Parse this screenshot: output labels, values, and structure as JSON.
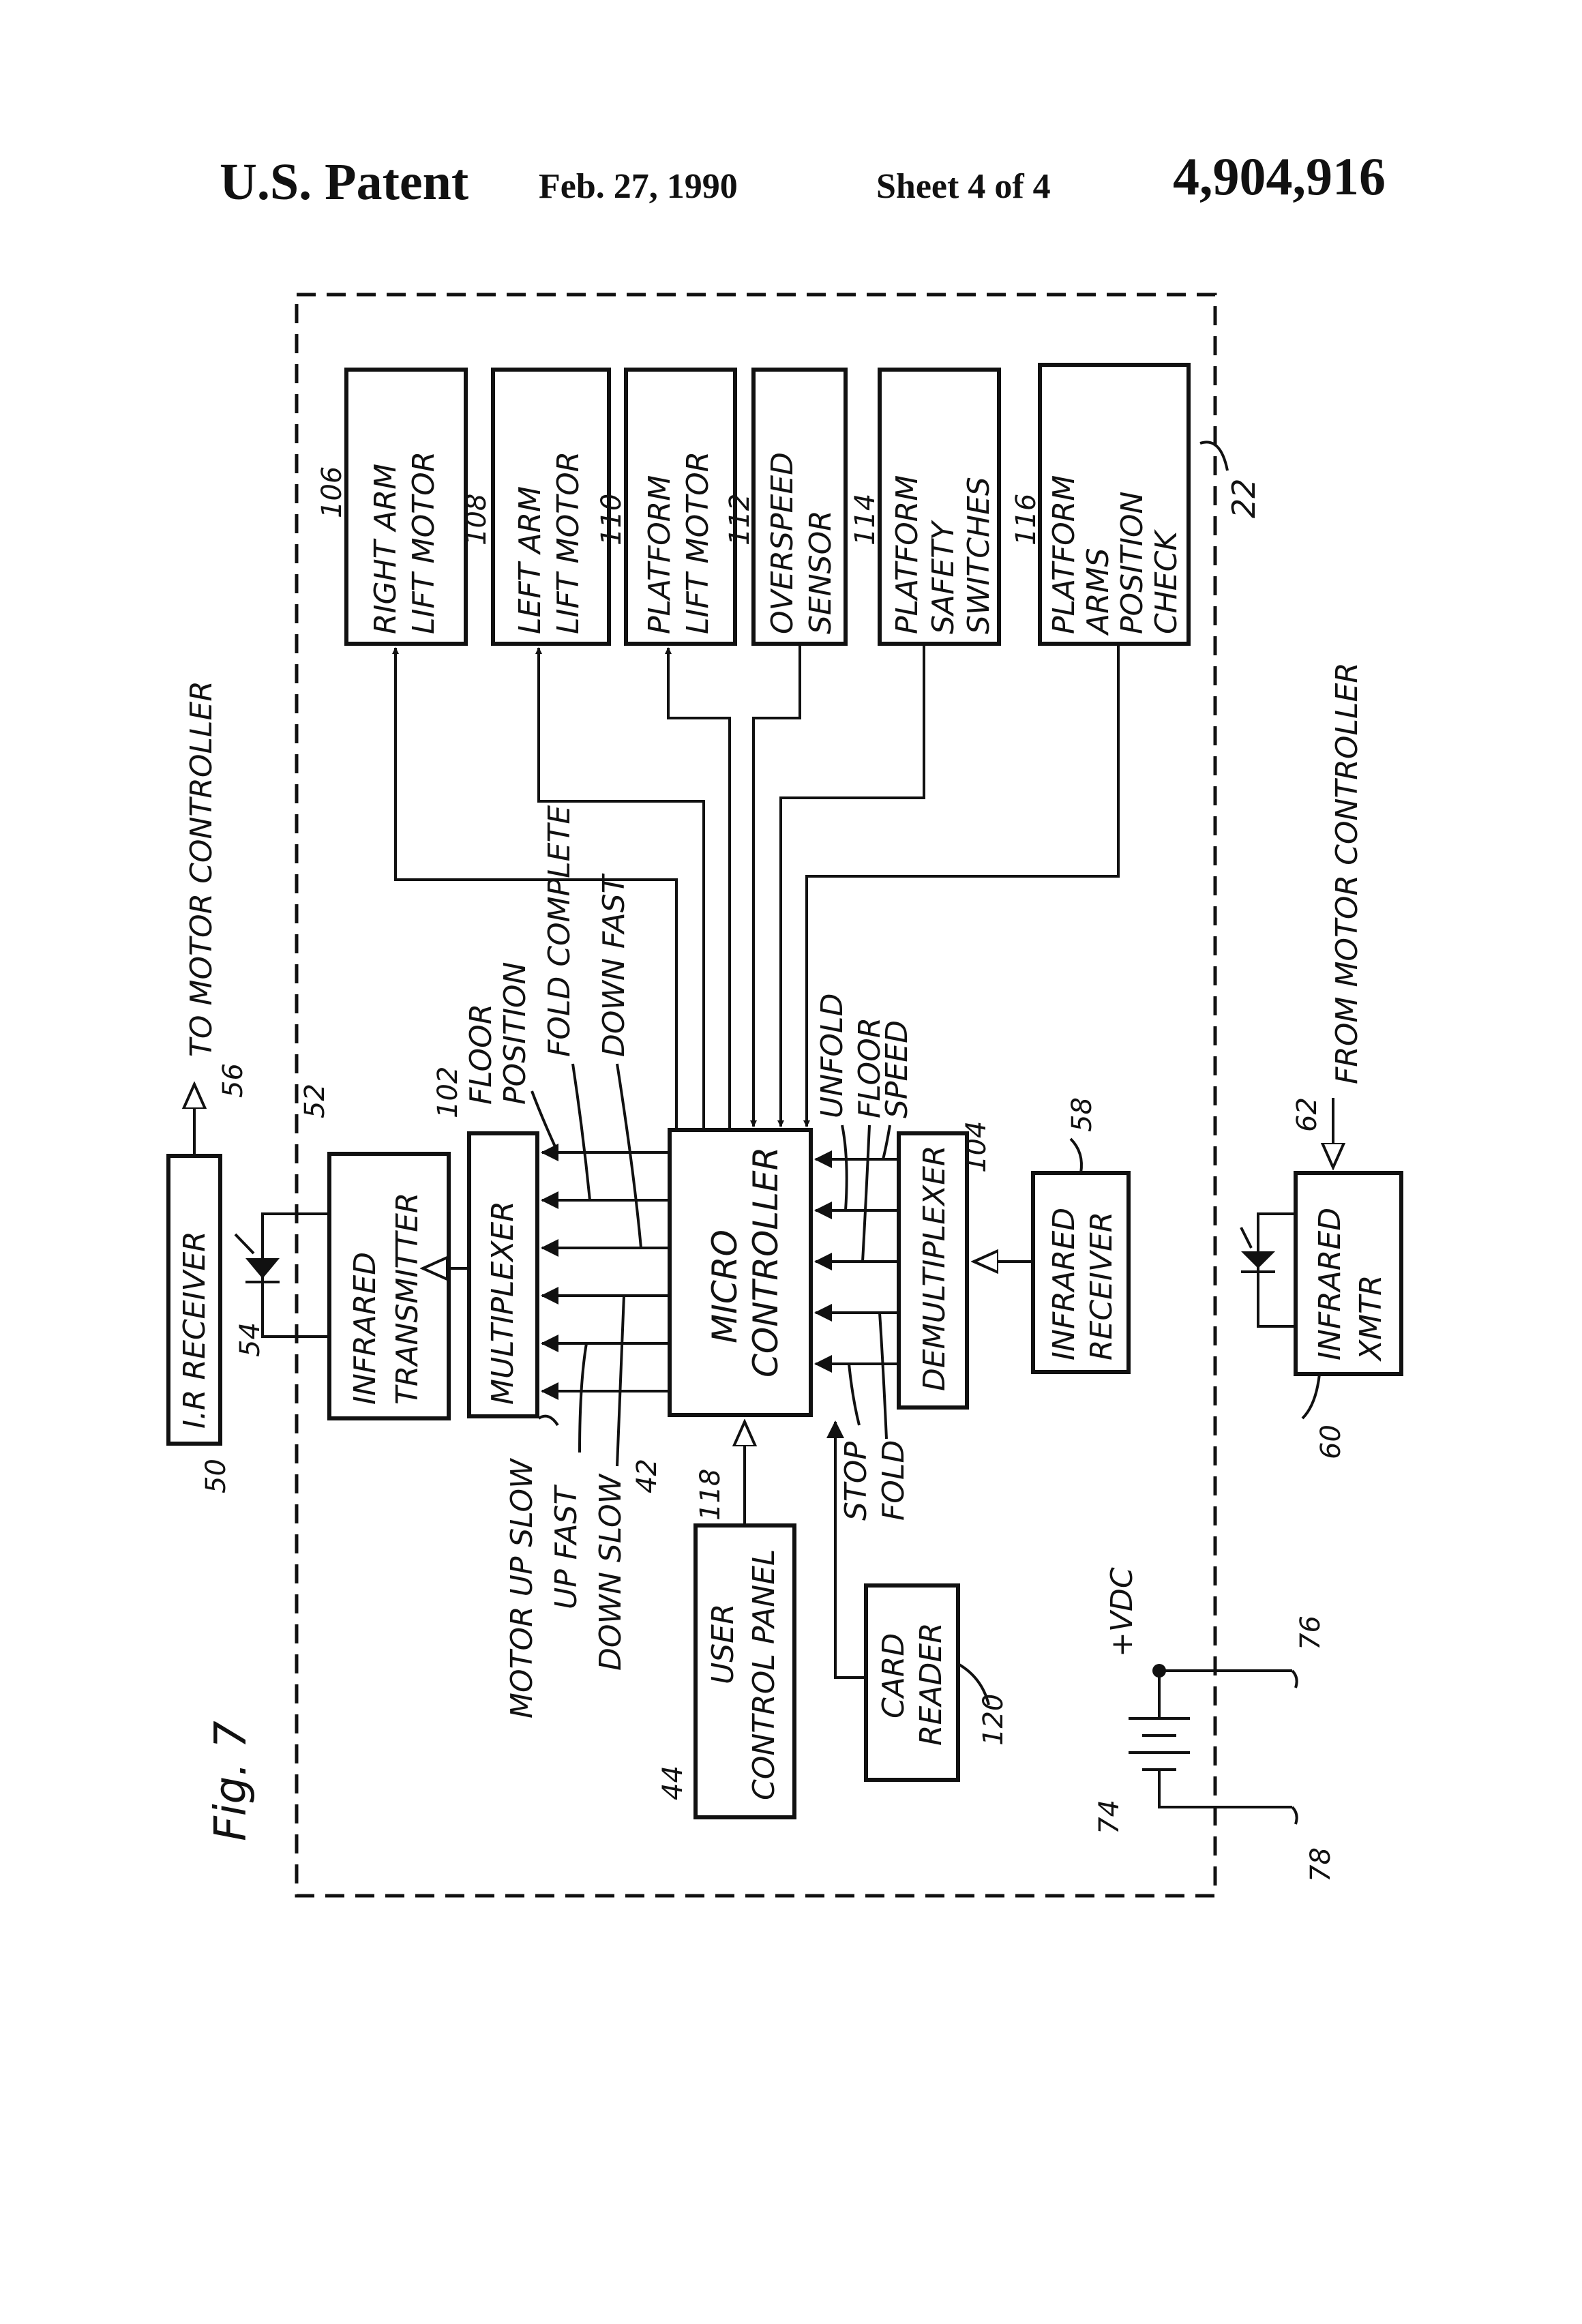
{
  "header": {
    "title": "U.S. Patent",
    "date": "Feb. 27, 1990",
    "sheet": "Sheet 4 of 4",
    "patent_number": "4,904,916"
  },
  "figure_label": "Fig. 7",
  "blocks": {
    "right_arm": {
      "ref": "106",
      "l1": "RIGHT ARM",
      "l2": "LIFT MOTOR"
    },
    "left_arm": {
      "ref": "108",
      "l1": "LEFT ARM",
      "l2": "LIFT MOTOR"
    },
    "platform_motor": {
      "ref": "110",
      "l1": "PLATFORM",
      "l2": "LIFT MOTOR"
    },
    "overspeed": {
      "ref": "112",
      "l1": "OVERSPEED",
      "l2": "SENSOR"
    },
    "safety": {
      "ref": "114",
      "l1": "PLATFORM",
      "l2": "SAFETY",
      "l3": "SWITCHES"
    },
    "arms_check": {
      "ref": "116",
      "l1": "PLATFORM",
      "l2": "ARMS",
      "l3": "POSITION",
      "l4": "CHECK"
    },
    "ir_receiver": {
      "ref": "50",
      "l1": "I.R RECEIVER"
    },
    "infrared_tx": {
      "ref": "52",
      "l1": "INFRARED",
      "l2": "TRANSMITTER"
    },
    "multiplexer": {
      "ref": "102",
      "l1": "MULTIPLEXER"
    },
    "micro": {
      "ref": "42",
      "l1": "MICRO",
      "l2": "CONTROLLER"
    },
    "demultiplexer": {
      "ref": "104",
      "l1": "DEMULTIPLEXER"
    },
    "infrared_rx": {
      "ref": "58",
      "l1": "INFRARED",
      "l2": "RECEIVER"
    },
    "infrared_xmtr": {
      "ref": "60",
      "l1": "INFRARED",
      "l2": "XMTR"
    },
    "user_panel": {
      "ref": "44",
      "l1": "USER",
      "l2": "CONTROL PANEL"
    },
    "card_reader": {
      "ref": "120",
      "l1": "CARD",
      "l2": "READER"
    }
  },
  "signals": {
    "to_motor": "TO MOTOR CONTROLLER",
    "from_motor": "FROM MOTOR CONTROLLER",
    "floor_position_1": "FLOOR",
    "floor_position_2": "POSITION",
    "fold_complete": "FOLD COMPLETE",
    "down_fast": "DOWN FAST",
    "motor_up_slow": "MOTOR UP SLOW",
    "up_fast": "UP FAST",
    "down_slow": "DOWN SLOW",
    "unfold": "UNFOLD",
    "floor": "FLOOR",
    "speed": "SPEED",
    "stop": "STOP",
    "fold": "FOLD",
    "vdc": "+VDC"
  },
  "refs": {
    "enclosure": "22",
    "tx_out": "56",
    "rx_in": "62",
    "ir_led_tx": "54",
    "panel_bus": "118",
    "battery": "74",
    "pos_terminal": "76",
    "neg_terminal": "78"
  }
}
